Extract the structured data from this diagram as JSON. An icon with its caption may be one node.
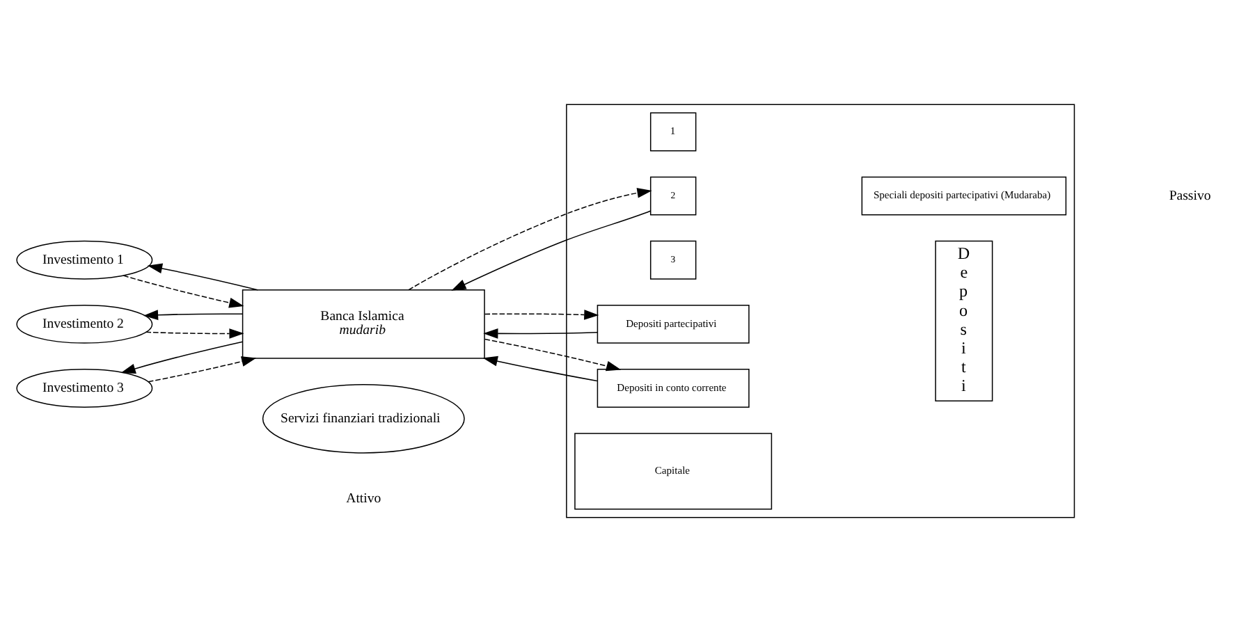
{
  "diagram": {
    "nodes": [
      {
        "text": [
          "Investimento 1"
        ]
      },
      {
        "text": [
          "Investimento 2"
        ]
      },
      {
        "text": [
          "Investimento 3"
        ]
      },
      {
        "text": [
          "Banca Islamica",
          "mudarib"
        ]
      },
      {
        "text": [
          "Servizi finanziari tradizionali"
        ]
      },
      {
        "text": [],
        "shape": "box"
      },
      {
        "text": [
          "1"
        ],
        "in": 5
      },
      {
        "text": [
          "2"
        ],
        "in": 5
      },
      {
        "text": [
          "3"
        ],
        "in": 5
      },
      {
        "text": [
          "Speciali depositi partecipativi (Mudaraba)"
        ],
        "in": 5
      },
      {
        "text": [
          "Depositi"
        ],
        "in": 5
      },
      {
        "text": [
          "Depositi partecipativi"
        ],
        "in": 5
      },
      {
        "text": [
          "Depositi in conto corrente"
        ],
        "in": 5
      },
      {
        "text": [
          "Capitale"
        ],
        "in": 5
      }
    ],
    "edges": [
      {
        "from": 0,
        "to": 3,
        "arrow": "to",
        "style": "dashed"
      },
      {
        "from": 3,
        "to": 0,
        "arrow": "to"
      },
      {
        "from": 1,
        "to": 3,
        "arrow": "to",
        "style": "dashed"
      },
      {
        "from": 3,
        "to": 1,
        "arrow": "to"
      },
      {
        "from": 2,
        "to": 3,
        "arrow": "to",
        "style": "dashed"
      },
      {
        "from": 3,
        "to": 2,
        "arrow": "to"
      },
      {
        "from": 3,
        "to": 7,
        "arrow": "to",
        "style": "dashed"
      },
      {
        "from": 7,
        "to": 3,
        "arrow": "to"
      },
      {
        "from": 11,
        "to": 3,
        "arrow": "to"
      },
      {
        "from": 3,
        "to": 11,
        "arrow": "to",
        "style": "dashed"
      },
      {
        "from": 3,
        "to": 12,
        "arrow": "to",
        "style": "dashed"
      },
      {
        "from": 12,
        "to": 3,
        "arrow": "to"
      }
    ],
    "labels": [
      "Attivo",
      "Passivo"
    ]
  }
}
